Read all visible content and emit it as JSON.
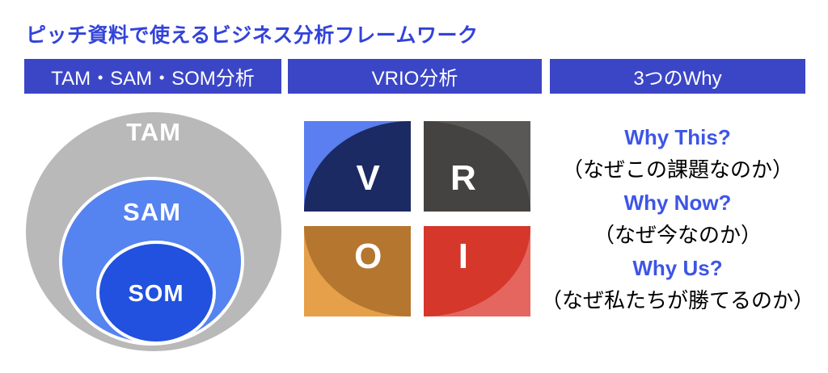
{
  "title": "ピッチ資料で使えるビジネス分析フレームワーク",
  "colors": {
    "title_blue": "#3343da",
    "header_bg": "#3b46c7",
    "why_blue": "#3d55e6",
    "tam_gray": "#b9b9b9",
    "sam_blue": "#5583f0",
    "som_blue": "#2151de"
  },
  "columns": [
    {
      "header": "TAM・SAM・SOM分析"
    },
    {
      "header": "VRIO分析"
    },
    {
      "header": "3つのWhy"
    }
  ],
  "tam_sam_som": {
    "tam": "TAM",
    "sam": "SAM",
    "som": "SOM"
  },
  "vrio": {
    "cells": [
      {
        "letter": "V",
        "base": "#5b7ef0",
        "ellipse": "#1c2a63"
      },
      {
        "letter": "R",
        "base": "#5a5856",
        "ellipse": "#454341"
      },
      {
        "letter": "O",
        "base": "#e6a04a",
        "ellipse": "#b5762f"
      },
      {
        "letter": "I",
        "base": "#e4665f",
        "ellipse": "#d5372b"
      }
    ]
  },
  "three_whys": {
    "items": [
      {
        "en": "Why This?",
        "ja": "（なぜこの課題なのか）"
      },
      {
        "en": "Why Now?",
        "ja": "（なぜ今なのか）"
      },
      {
        "en": "Why Us?",
        "ja": "（なぜ私たちが勝てるのか）"
      }
    ]
  }
}
